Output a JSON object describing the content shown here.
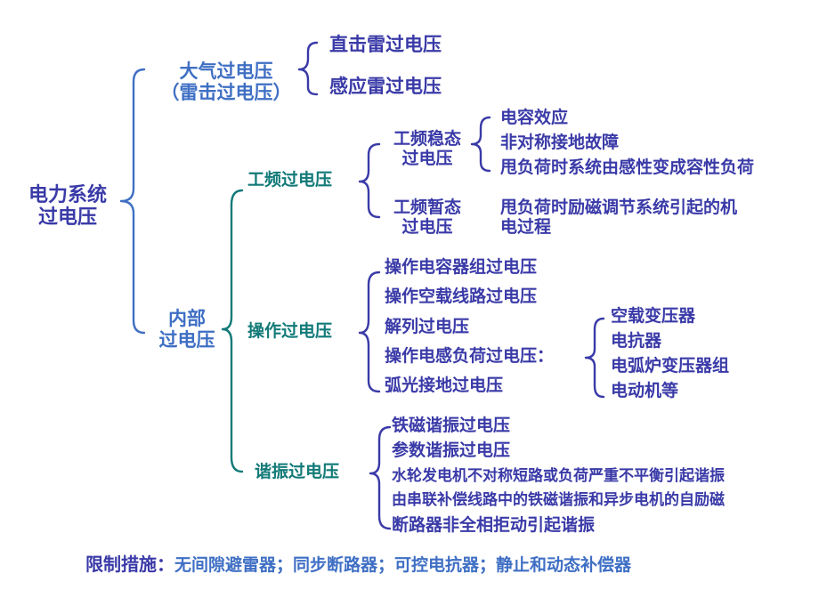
{
  "root": {
    "line1": "电力系统",
    "line2": "过电压"
  },
  "atmospheric": {
    "line1": "大气过电压",
    "line2": "（雷击过电压）",
    "items": [
      "直击雷过电压",
      "感应雷过电压"
    ]
  },
  "internal": {
    "line1": "内部",
    "line2": "过电压",
    "power_freq": {
      "label": "工频过电压",
      "steady": {
        "line1": "工频稳态",
        "line2": "过电压",
        "items": [
          "电容效应",
          "非对称接地故障",
          "甩负荷时系统由感性变成容性负荷"
        ]
      },
      "transient": {
        "line1": "工频暂态",
        "line2": "过电压",
        "desc_line1": "甩负荷时励磁调节系统引起的机",
        "desc_line2": "电过程"
      }
    },
    "switching": {
      "label": "操作过电压",
      "items": [
        "操作电容器组过电压",
        "操作空载线路过电压",
        "解列过电压",
        "操作电感负荷过电压：",
        "弧光接地过电压"
      ],
      "inductive_loads": [
        "空载变压器",
        "电抗器",
        "电弧炉变压器组",
        "电动机等"
      ]
    },
    "resonance": {
      "label": "谐振过电压",
      "items": [
        "铁磁谐振过电压",
        "参数谐振过电压",
        "水轮发电机不对称短路或负荷严重不平衡引起谐振",
        "由串联补偿线路中的铁磁谐振和异步电机的自励磁",
        "断路器非全相拒动引起谐振"
      ]
    }
  },
  "measures": {
    "prefix": "限制措施：",
    "body": "无间隙避雷器；同步断路器；可控电抗器；静止和动态补偿器"
  },
  "colors": {
    "indigo": "#3a3aa8",
    "blue": "#3f6fc4",
    "teal": "#127a78"
  }
}
